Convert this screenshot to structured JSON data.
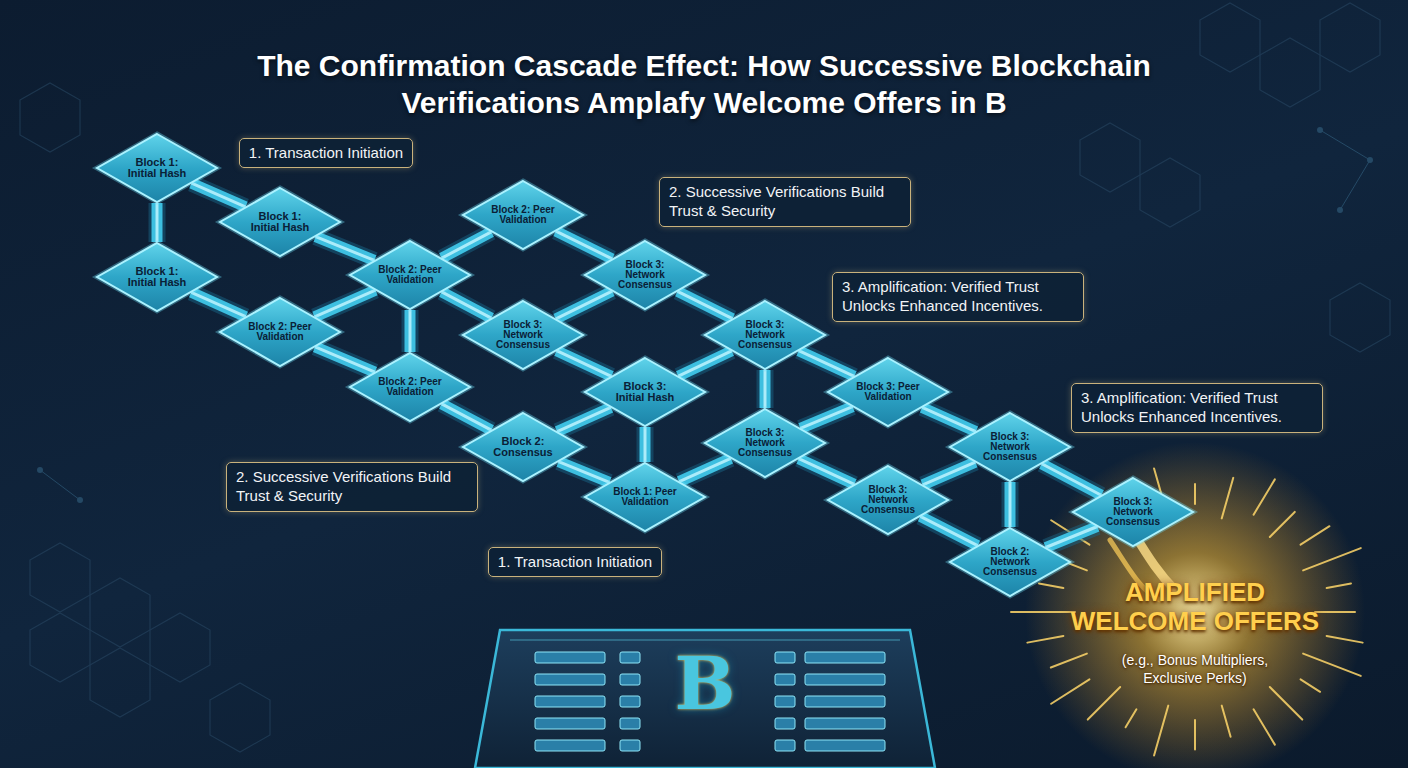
{
  "diagram": {
    "title": "The Confirmation Cascade Effect: How Successive Blockchain Verifications Amplafy Welcome Offers in B",
    "nodes": [
      {
        "text": [
          "Block 1: Initial Hash"
        ]
      },
      {
        "text": [
          "Block 1: Initial Hash"
        ]
      },
      {
        "text": [
          "Block 1: Initial Hash"
        ]
      },
      {
        "text": [
          "Block 2: Peer Validation"
        ]
      },
      {
        "text": [
          "Block 2: Peer Validation"
        ]
      },
      {
        "text": [
          "Block 2: Peer Validation"
        ]
      },
      {
        "text": [
          "Block 3: Network Consensus"
        ]
      },
      {
        "text": [
          "Block 3: Network Consensus"
        ]
      },
      {
        "text": [
          "Block 2: Peer Validation"
        ]
      },
      {
        "text": [
          "Block 3: Network Consensus"
        ]
      },
      {
        "text": [
          "Block 3: Initial Hash"
        ]
      },
      {
        "text": [
          "Block 2: Consensus"
        ]
      },
      {
        "text": [
          "Block 3: Peer Validation"
        ]
      },
      {
        "text": [
          "Block 3: Network Consensus"
        ]
      },
      {
        "text": [
          "Block 1: Peer Validation"
        ]
      },
      {
        "text": [
          "Block 3: Network Consensus"
        ]
      },
      {
        "text": [
          "Block 3: Network Consensus"
        ]
      },
      {
        "text": [
          "Block 3: Network Consensus"
        ]
      },
      {
        "text": [
          "Block 2: Network Consensus"
        ]
      },
      {
        "text": [
          "1. Transaction Initiation"
        ]
      },
      {
        "text": [
          "2. Successive Verifications Build Trust & Security"
        ]
      },
      {
        "text": [
          "3. Amplification: Verified Trust Unlocks Enhanced Incentives."
        ]
      },
      {
        "text": [
          "3. Amplification: Verified Trust Unlocks Enhanced Incentives."
        ]
      },
      {
        "text": [
          "2. Successive Verifications Build Trust & Security"
        ]
      },
      {
        "text": [
          "1. Transaction Initiation"
        ]
      }
    ],
    "edges": [
      {
        "from": 0,
        "to": 1,
        "arrow": "none"
      },
      {
        "from": 0,
        "to": 2,
        "arrow": "none"
      },
      {
        "from": 2,
        "to": 5,
        "arrow": "none"
      },
      {
        "from": 1,
        "to": 4,
        "arrow": "none"
      },
      {
        "from": 3,
        "to": 4,
        "arrow": "none"
      },
      {
        "from": 3,
        "to": 6,
        "arrow": "none"
      },
      {
        "from": 4,
        "to": 7,
        "arrow": "none"
      },
      {
        "from": 4,
        "to": 8,
        "arrow": "none"
      },
      {
        "from": 5,
        "to": 8,
        "arrow": "none"
      },
      {
        "from": 5,
        "to": 4,
        "arrow": "none"
      },
      {
        "from": 6,
        "to": 7,
        "arrow": "none"
      },
      {
        "from": 6,
        "to": 9,
        "arrow": "none"
      },
      {
        "from": 7,
        "to": 10,
        "arrow": "none"
      },
      {
        "from": 8,
        "to": 11,
        "arrow": "none"
      },
      {
        "from": 9,
        "to": 10,
        "arrow": "none"
      },
      {
        "from": 9,
        "to": 12,
        "arrow": "none"
      },
      {
        "from": 9,
        "to": 13,
        "arrow": "none"
      },
      {
        "from": 10,
        "to": 14,
        "arrow": "none"
      },
      {
        "from": 11,
        "to": 10,
        "arrow": "none"
      },
      {
        "from": 11,
        "to": 14,
        "arrow": "none"
      },
      {
        "from": 12,
        "to": 15,
        "arrow": "none"
      },
      {
        "from": 12,
        "to": 13,
        "arrow": "none"
      },
      {
        "from": 13,
        "to": 16,
        "arrow": "none"
      },
      {
        "from": 14,
        "to": 13,
        "arrow": "none"
      },
      {
        "from": 15,
        "to": 16,
        "arrow": "none"
      },
      {
        "from": 15,
        "to": 18,
        "arrow": "none"
      },
      {
        "from": 15,
        "to": 17,
        "arrow": "none"
      },
      {
        "from": 16,
        "to": 18,
        "arrow": "none"
      },
      {
        "from": 18,
        "to": 17,
        "arrow": "none"
      }
    ],
    "labels": [
      "AMPLIFIED WELCOME OFFERS",
      "(e.g., Bonus Multipliers, Exclusive Perks)",
      "B"
    ]
  }
}
